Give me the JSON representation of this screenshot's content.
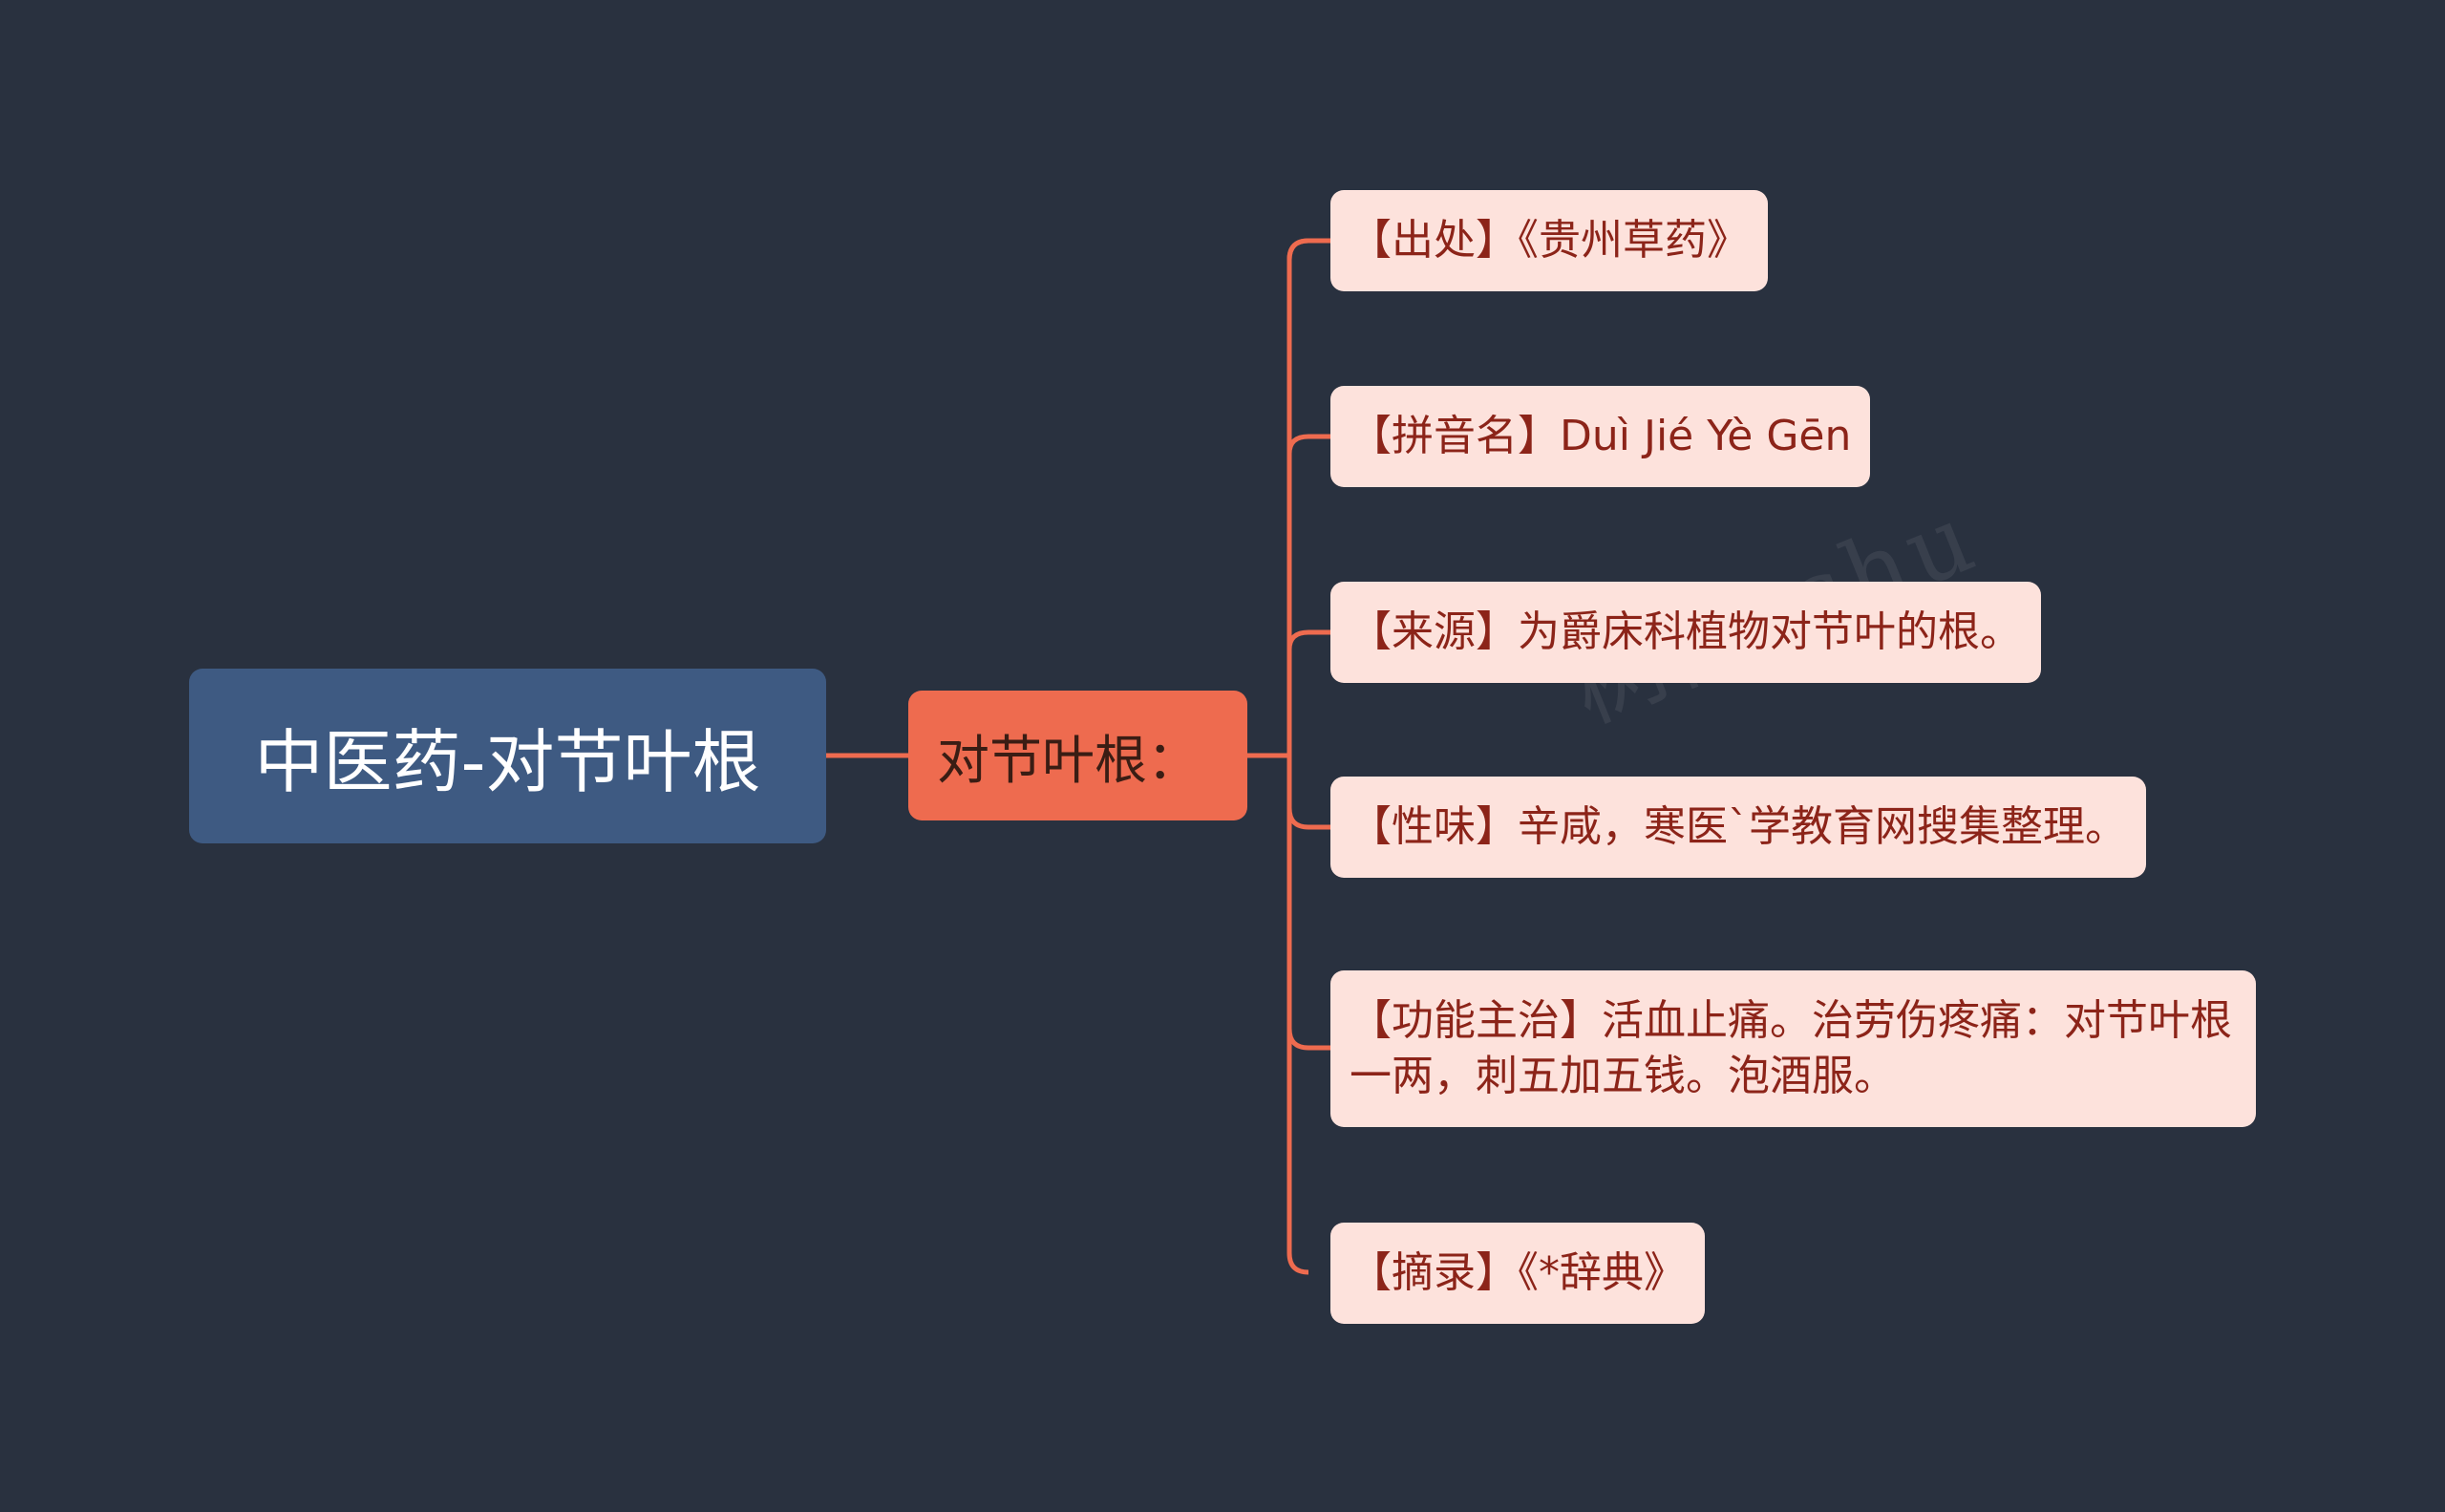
{
  "root": {
    "label": "中医药-对节叶根"
  },
  "topic": {
    "label": "对节叶根："
  },
  "items": [
    {
      "label": "【出处】《贵州草药》"
    },
    {
      "label": "【拼音名】Duì Jié Yè Gēn"
    },
    {
      "label": "【来源】为爵床科植物对节叶的根。"
    },
    {
      "label": "【性味】辛咸，寒医`学教育网搜集整理。"
    },
    {
      "label": "【功能主治】活血止痛。治劳伤疼痛：对节叶根一两，刺五加五钱。泡酒服。"
    },
    {
      "label": "【摘录】《*辞典》"
    }
  ],
  "colors": {
    "background": "#29313f",
    "root_fill": "#3e5a82",
    "topic_fill": "#ee6b4f",
    "leaf_fill": "#fde2dc",
    "leaf_text": "#8c2419",
    "connector": "#ee6b4f"
  }
}
